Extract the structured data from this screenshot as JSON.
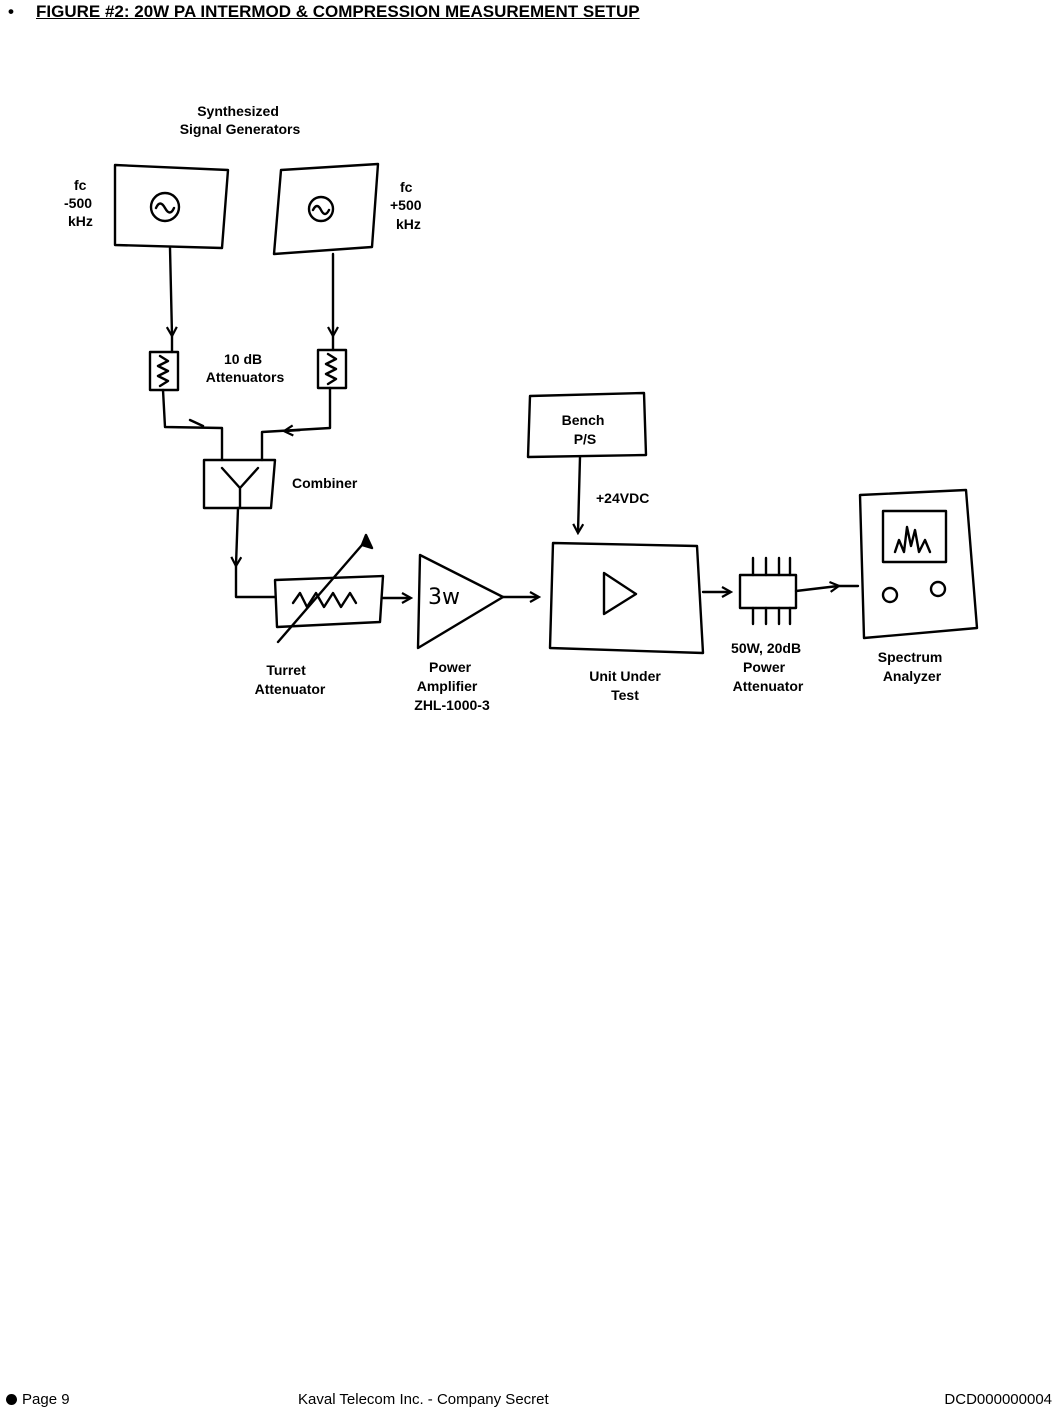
{
  "heading": {
    "bullet": "•",
    "title": "FIGURE #2: 20W PA INTERMOD & COMPRESSION MEASUREMENT SETUP"
  },
  "diagram": {
    "generators_label": [
      "Synthesized",
      "Signal Generators"
    ],
    "gen_left_label": [
      "fc",
      "-500",
      "kHz"
    ],
    "gen_right_label": [
      "fc",
      "+500",
      "kHz"
    ],
    "attenuators_label": [
      "10 dB",
      "Attenuators"
    ],
    "combiner_label": "Combiner",
    "bench_label": [
      "Bench",
      "P/S"
    ],
    "supply_label": "+24VDC",
    "amp_gain_label": "3w",
    "turret_label": [
      "Turret",
      "Attenuator"
    ],
    "pa_label": [
      "Power",
      "Amplifier",
      "ZHL-1000-3"
    ],
    "uut_label": [
      "Unit Under",
      "Test"
    ],
    "power_att_label": [
      "50W, 20dB",
      "Power",
      "Attenuator"
    ],
    "analyzer_label": [
      "Spectrum",
      "Analyzer"
    ]
  },
  "footer": {
    "page": "Page 9",
    "company": "Kaval Telecom Inc. - Company Secret",
    "doc_id": "DCD000000004"
  }
}
